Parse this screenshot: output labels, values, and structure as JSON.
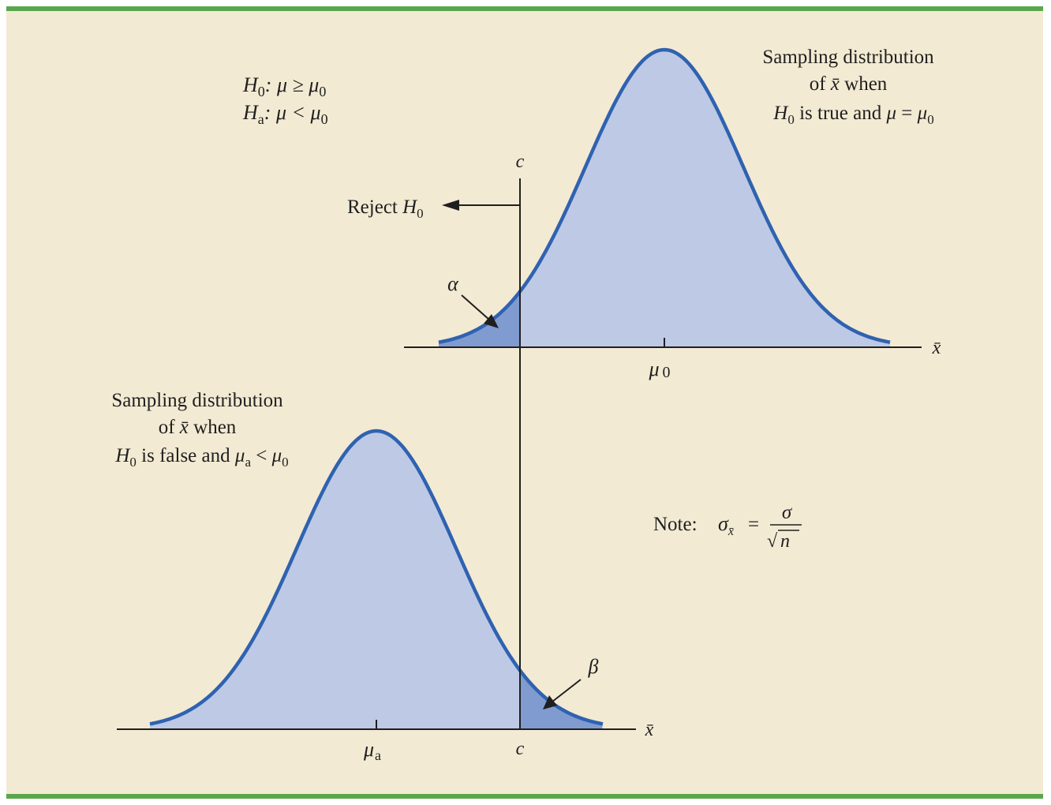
{
  "colors": {
    "background": "#f3ead3",
    "border": "#5aa64c",
    "curve_fill": "#bdc9e5",
    "curve_line": "#2f62b0",
    "tail_fill": "#7f9bd0",
    "axis": "#1f1f1f"
  },
  "hypotheses": {
    "h0": {
      "var": "H",
      "sub": "0",
      "rel": ":  μ ≥ μ",
      "rel_sub": "0"
    },
    "ha": {
      "var": "H",
      "sub": "a",
      "rel": ":  μ < μ",
      "rel_sub": "0"
    }
  },
  "top_dist_label": {
    "line1": "Sampling distribution",
    "line2_pre": "of ",
    "xbar": "x̄",
    "line2_post": " when",
    "h": "H",
    "h_sub": "0",
    "line3_mid": " is true and ",
    "line3_mu": "μ",
    "line3_eq": " = ",
    "line3_mu0": "μ",
    "line3_mu0_sub": "0"
  },
  "bottom_dist_label": {
    "line1": "Sampling distribution",
    "line2_pre": "of ",
    "xbar": "x̄",
    "line2_post": " when",
    "h": "H",
    "h_sub": "0",
    "line3_mid": " is false and ",
    "mu_a": "μ",
    "mu_a_sub": "a",
    "lt": " < ",
    "mu0": "μ",
    "mu0_sub": "0"
  },
  "critical": {
    "c_top": "c",
    "c_bottom": "c",
    "reject_text": "Reject ",
    "reject_h": "H",
    "reject_sub": "0"
  },
  "alpha": "α",
  "beta": "β",
  "axes": {
    "top_xlabel": "x̄",
    "bottom_xlabel": "x̄",
    "mu0": "μ",
    "mu0_sub": "0",
    "mua": "μ",
    "mua_sub": "a"
  },
  "note": {
    "label": "Note:",
    "sigma": "σ",
    "sigma_sub": "x̄",
    "eq": "=",
    "num": "σ",
    "radical": "√",
    "n": "n"
  }
}
